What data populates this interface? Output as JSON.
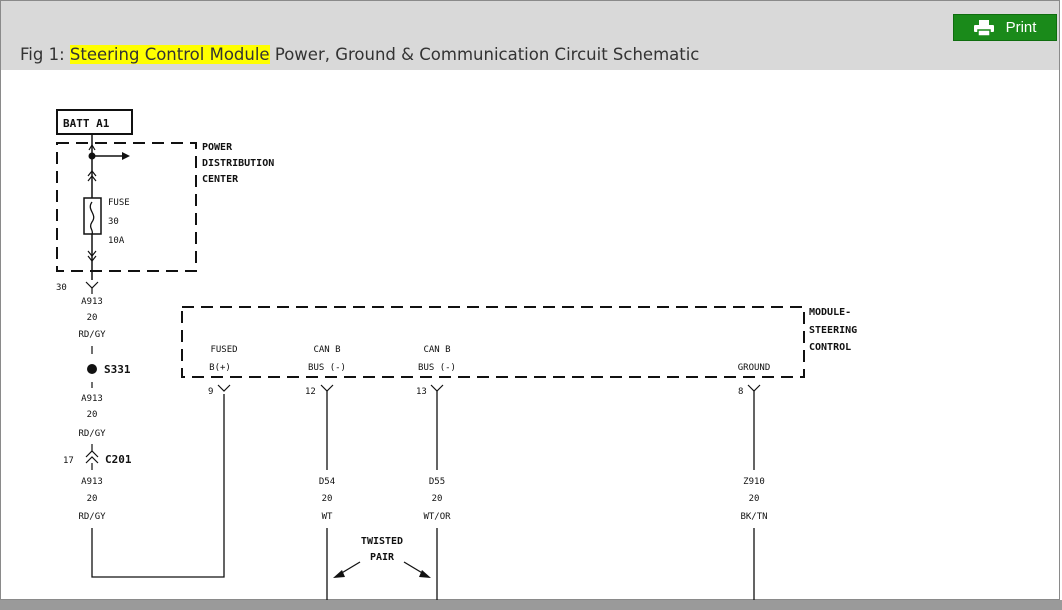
{
  "header": {
    "caption_prefix": "Fig 1: ",
    "caption_highlight": "Steering Control Module",
    "caption_rest": " Power, Ground & Communication Circuit Schematic",
    "print_label": "Print"
  },
  "schematic": {
    "batt_label": "BATT A1",
    "pdc_label": [
      "POWER",
      "DISTRIBUTION",
      "CENTER"
    ],
    "fuse_label": [
      "FUSE",
      "30",
      "10A"
    ],
    "pin_30": "30",
    "wire1": [
      "A913",
      "20",
      "RD/GY"
    ],
    "splice": "S331",
    "wire2": [
      "A913",
      "20",
      "RD/GY"
    ],
    "connector_pin": "17",
    "connector": "C201",
    "wire3": [
      "A913",
      "20",
      "RD/GY"
    ],
    "module_label": [
      "MODULE-",
      "STEERING",
      "CONTROL"
    ],
    "fused": [
      "FUSED",
      "B(+)"
    ],
    "pin_9": "9",
    "canb1": [
      "CAN B",
      "BUS (-)"
    ],
    "pin_12": "12",
    "canb2": [
      "CAN B",
      "BUS (-)"
    ],
    "pin_13": "13",
    "ground": "GROUND",
    "pin_8": "8",
    "d54": [
      "D54",
      "20",
      "WT"
    ],
    "d55": [
      "D55",
      "20",
      "WT/OR"
    ],
    "z910": [
      "Z910",
      "20",
      "BK/TN"
    ],
    "twisted": [
      "TWISTED",
      "PAIR"
    ]
  }
}
